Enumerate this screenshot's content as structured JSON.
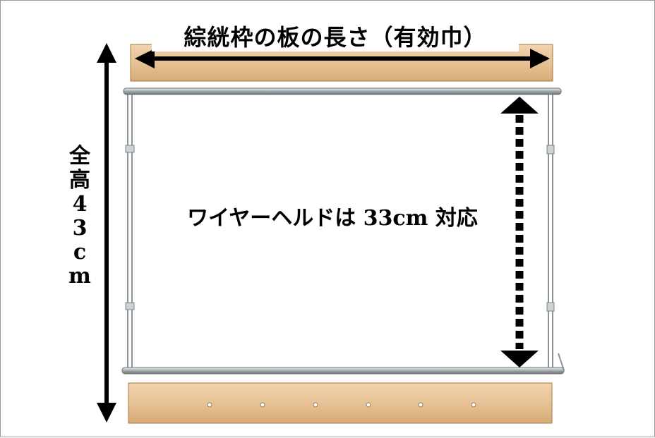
{
  "labels": {
    "heddle_board_length": "綜絖枠の板の長さ（有効巾）",
    "total_height_chars": [
      "全",
      "高",
      "4",
      "3",
      "c",
      "m"
    ],
    "wire_heddle": "ワイヤーヘルドは 33cm 対応"
  },
  "colors": {
    "wood": "#e7c296",
    "wood_edge": "#b8894f",
    "metal": "#a9b0b3",
    "arrow": "#000000"
  }
}
